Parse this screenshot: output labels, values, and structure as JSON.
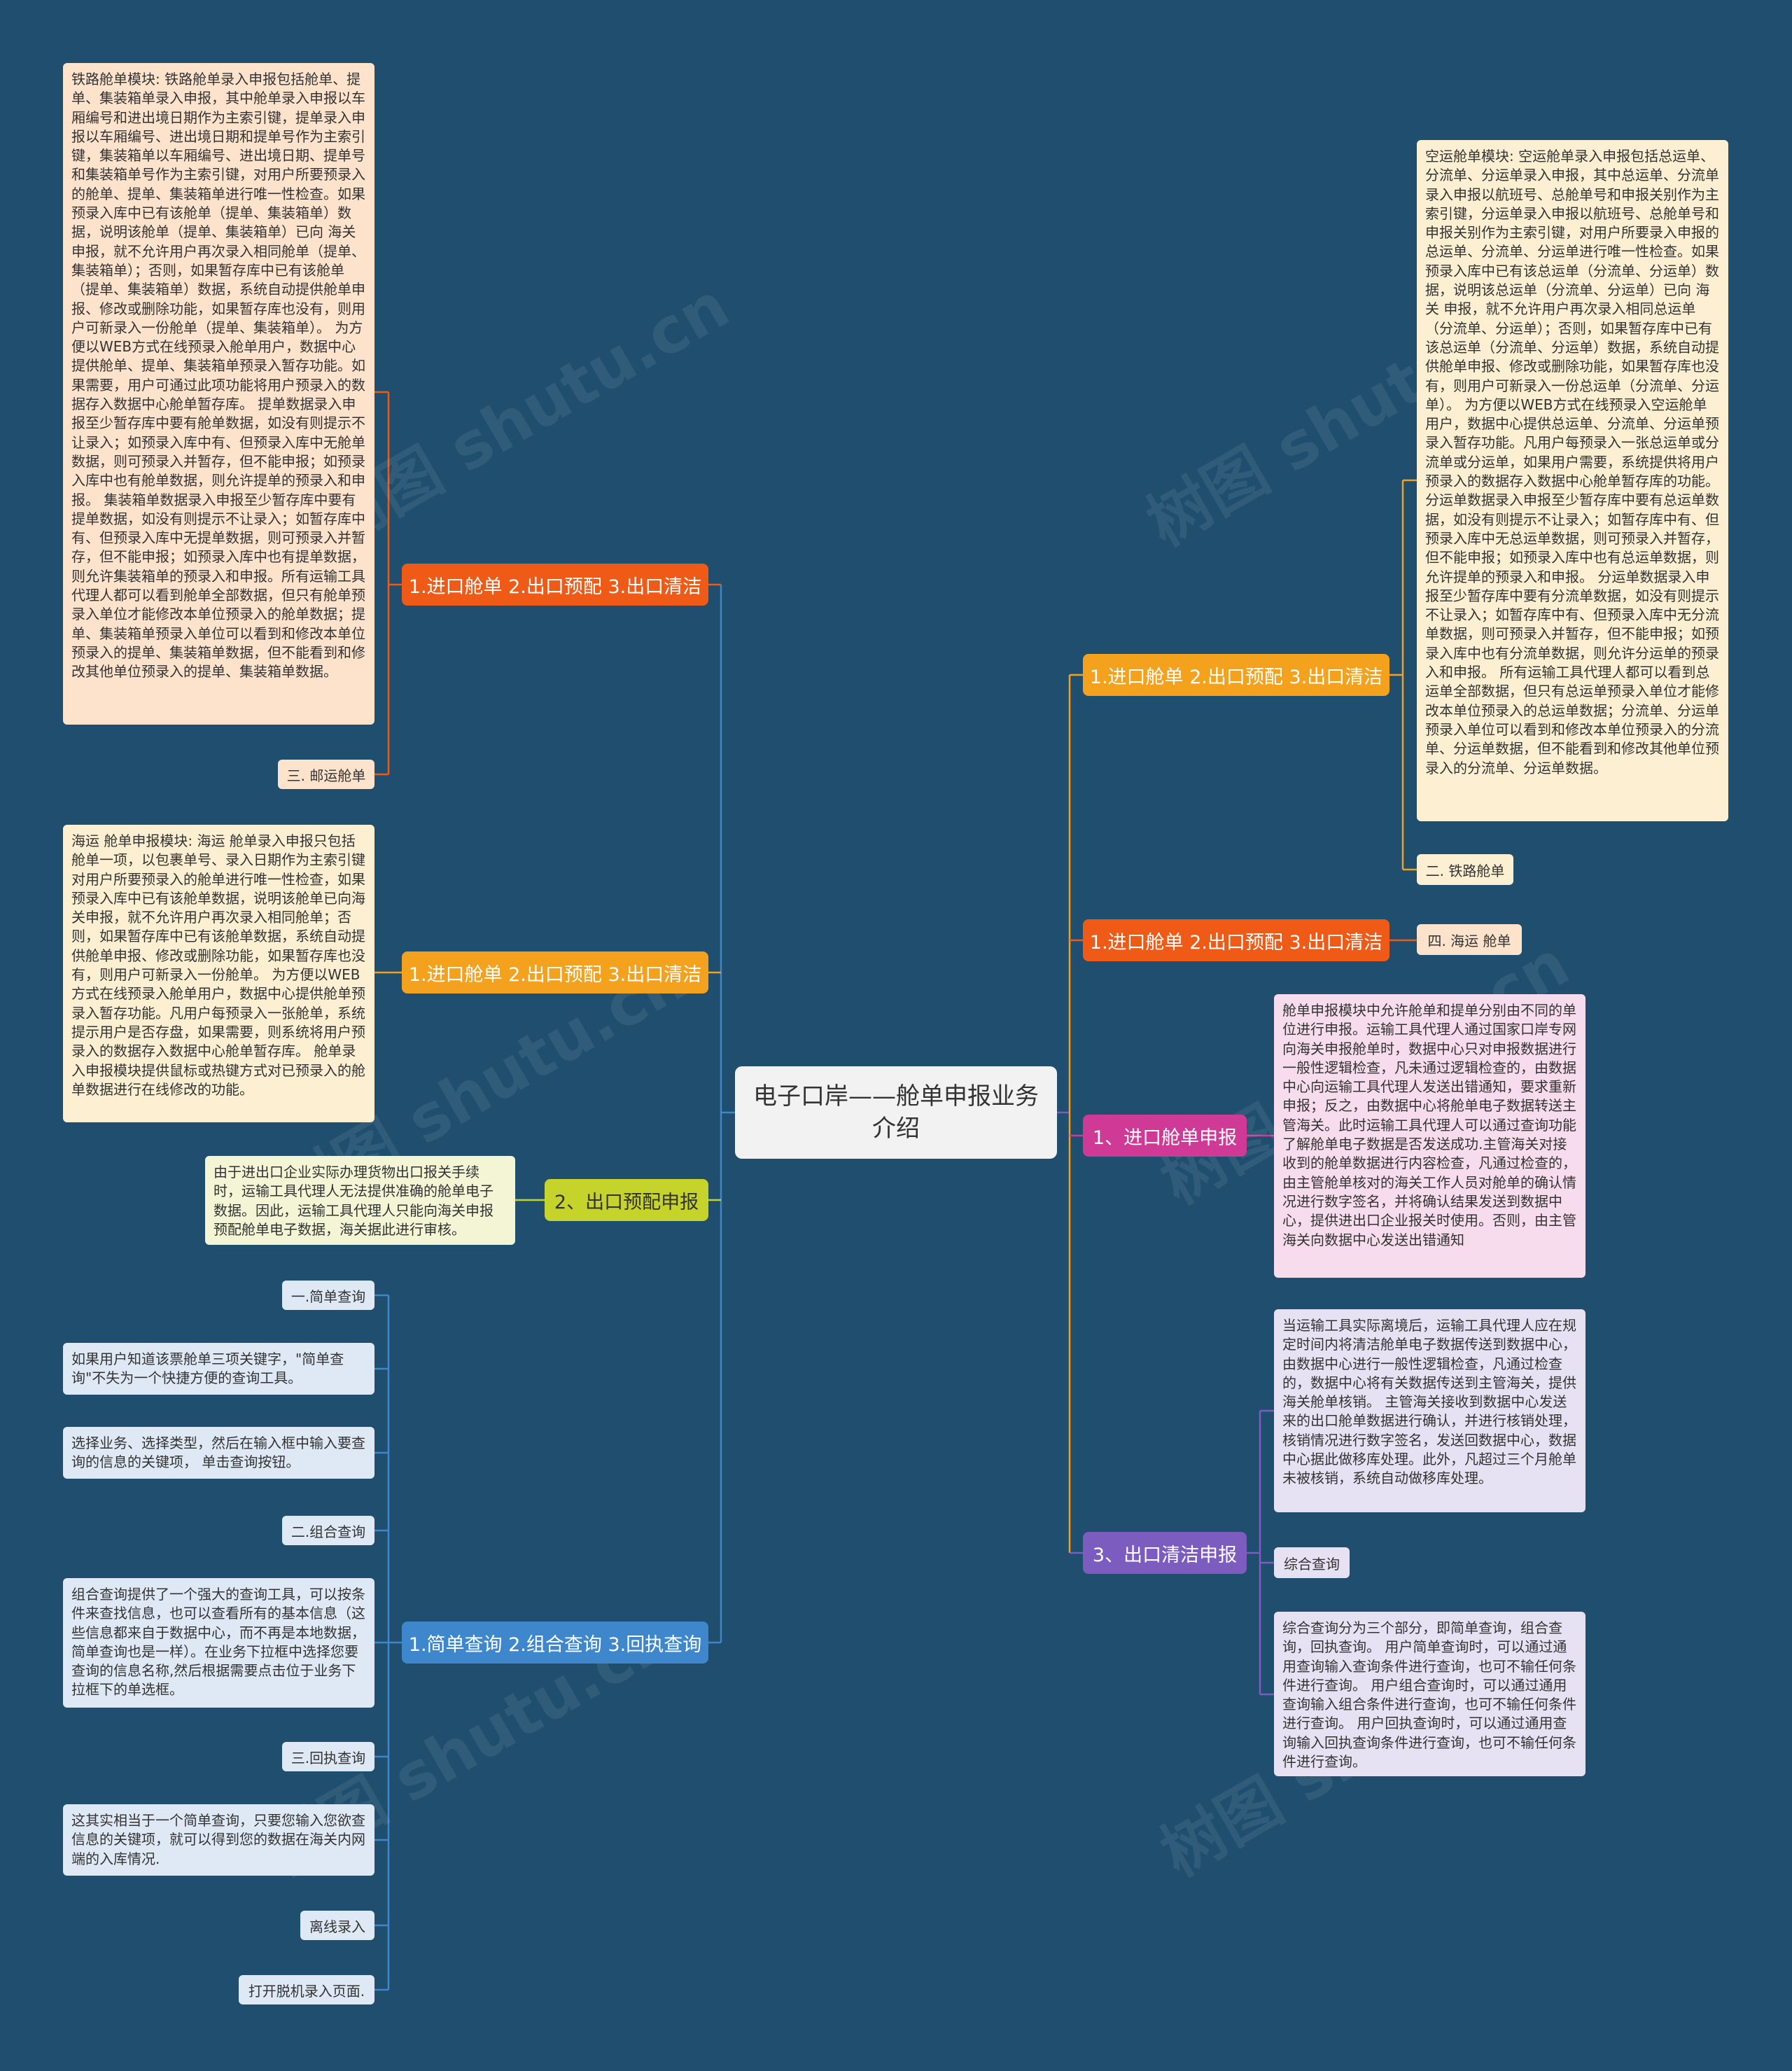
{
  "colors": {
    "background": "#1f4e6e",
    "center": "#f2f2f2",
    "branch_orange_red": "#ef5a16",
    "branch_amber": "#f4a11e",
    "branch_yellow_green": "#c5d32a",
    "branch_blue": "#3f87cc",
    "branch_magenta": "#cf3a96",
    "branch_purple": "#7d5cbf"
  },
  "watermark": "树图 shutu.cn",
  "center": {
    "title": "电子口岸——舱单申报业务介绍"
  },
  "left": {
    "branch1": {
      "label": "1.进口舱单 2.出口预配 3.出口清洁",
      "detail": "铁路舱单模块: 铁路舱单录入申报包括舱单、提单、集装箱单录入申报，其中舱单录入申报以车厢编号和进出境日期作为主索引键，提单录入申报以车厢编号、进出境日期和提单号作为主索引键，集装箱单以车厢编号、进出境日期、提单号和集装箱单号作为主索引键，对用户所要预录入的舱单、提单、集装箱单进行唯一性检查。如果预录入库中已有该舱单（提单、集装箱单）数据，说明该舱单（提单、集装箱单）已向 海关 申报，就不允许用户再次录入相同舱单（提单、集装箱单）；否则，如果暂存库中已有该舱单（提单、集装箱单）数据，系统自动提供舱单申报、修改或删除功能，如果暂存库也没有，则用户可新录入一份舱单（提单、集装箱单）。 为方便以WEB方式在线预录入舱单用户，数据中心提供舱单、提单、集装箱单预录入暂存功能。如果需要，用户可通过此项功能将用户预录入的数据存入数据中心舱单暂存库。 提单数据录入申报至少暂存库中要有舱单数据，如没有则提示不让录入；如预录入库中有、但预录入库中无舱单数据，则可预录入并暂存，但不能申报；如预录入库中也有舱单数据，则允许提单的预录入和申报。 集装箱单数据录入申报至少暂存库中要有提单数据，如没有则提示不让录入；如暂存库中有、但预录入库中无提单数据，则可预录入并暂存，但不能申报；如预录入库中也有提单数据，则允许集装箱单的预录入和申报。所有运输工具代理人都可以看到舱单全部数据，但只有舱单预录入单位才能修改本单位预录入的舱单数据；提单、集装箱单预录入单位可以看到和修改本单位预录入的提单、集装箱单数据，但不能看到和修改其他单位预录入的提单、集装箱单数据。",
      "label2": "三. 邮运舱单"
    },
    "branch2": {
      "label": "1.进口舱单 2.出口预配 3.出口清洁",
      "detail": "海运 舱单申报模块: 海运 舱单录入申报只包括舱单一项，以包裹单号、录入日期作为主索引键对用户所要预录入的舱单进行唯一性检查，如果预录入库中已有该舱单数据，说明该舱单已向海关申报，就不允许用户再次录入相同舱单；否则，如果暂存库中已有该舱单数据，系统自动提供舱单申报、修改或删除功能，如果暂存库也没有，则用户可新录入一份舱单。 为方便以WEB方式在线预录入舱单用户，数据中心提供舱单预录入暂存功能。凡用户每预录入一张舱单，系统提示用户是否存盘，如果需要，则系统将用户预录入的数据存入数据中心舱单暂存库。 舱单录入申报模块提供鼠标或热键方式对已预录入的舱单数据进行在线修改的功能。"
    },
    "branch3": {
      "label": "2、出口预配申报",
      "detail": "由于进出口企业实际办理货物出口报关手续时，运输工具代理人无法提供准确的舱单电子数据。因此，运输工具代理人只能向海关申报预配舱单电子数据，海关据此进行审核。"
    },
    "branch4": {
      "label": "1.简单查询 2.组合查询 3.回执查询",
      "items": [
        "一.简单查询",
        "如果用户知道该票舱单三项关键字，\"简单查询\"不失为一个快捷方便的查询工具。",
        "选择业务、选择类型，然后在输入框中输入要查询的信息的关键项， 单击查询按钮。",
        "二.组合查询",
        "组合查询提供了一个强大的查询工具，可以按条件来查找信息，也可以查看所有的基本信息（这些信息都来自于数据中心，而不再是本地数据，简单查询也是一样）。在业务下拉框中选择您要查询的信息名称,然后根据需要点击位于业务下拉框下的单选框。",
        "三.回执查询",
        "这其实相当于一个简单查询，只要您输入您欲查信息的关键项，就可以得到您的数据在海关内网端的入库情况.",
        "离线录入",
        "打开脱机录入页面."
      ]
    }
  },
  "right": {
    "branch1": {
      "label": "1.进口舱单 2.出口预配 3.出口清洁",
      "detail": "空运舱单模块: 空运舱单录入申报包括总运单、分流单、分运单录入申报，其中总运单、分流单录入申报以航班号、总舱单号和申报关别作为主索引键，分运单录入申报以航班号、总舱单号和申报关别作为主索引键，对用户所要录入申报的总运单、分流单、分运单进行唯一性检查。如果预录入库中已有该总运单（分流单、分运单）数据，说明该总运单（分流单、分运单）已向 海关 申报，就不允许用户再次录入相同总运单（分流单、分运单）；否则，如果暂存库中已有该总运单（分流单、分运单）数据，系统自动提供舱单申报、修改或删除功能，如果暂存库也没有，则用户可新录入一份总运单（分流单、分运单）。 为方便以WEB方式在线预录入空运舱单用户，数据中心提供总运单、分流单、分运单预录入暂存功能。凡用户每预录入一张总运单或分流单或分运单，如果用户需要，系统提供将用户预录入的数据存入数据中心舱单暂存库的功能。 分运单数据录入申报至少暂存库中要有总运单数据，如没有则提示不让录入；如暂存库中有、但预录入库中无总运单数据，则可预录入并暂存，但不能申报；如预录入库中也有总运单数据，则允许提单的预录入和申报。 分运单数据录入申报至少暂存库中要有分流单数据，如没有则提示不让录入；如暂存库中有、但预录入库中无分流单数据，则可预录入并暂存，但不能申报；如预录入库中也有分流单数据，则允许分运单的预录入和申报。 所有运输工具代理人都可以看到总运单全部数据，但只有总运单预录入单位才能修改本单位预录入的总运单数据；分流单、分运单预录入单位可以看到和修改本单位预录入的分流单、分运单数据，但不能看到和修改其他单位预录入的分流单、分运单数据。",
      "label2": "二. 铁路舱单"
    },
    "branch2": {
      "label": "1.进口舱单 2.出口预配 3.出口清洁",
      "label2": "四. 海运 舱单"
    },
    "branch3": {
      "label": "1、进口舱单申报",
      "detail": "舱单申报模块中允许舱单和提单分别由不同的单位进行申报。运输工具代理人通过国家口岸专网向海关申报舱单时，数据中心只对申报数据进行一般性逻辑检查，凡未通过逻辑检查的，由数据中心向运输工具代理人发送出错通知，要求重新申报；反之，由数据中心将舱单电子数据转送主管海关。此时运输工具代理人可以通过查询功能了解舱单电子数据是否发送成功.主管海关对接收到的舱单数据进行内容检查，凡通过检查的，由主管舱单核对的海关工作人员对舱单的确认情况进行数字签名，并将确认结果发送到数据中心，提供进出口企业报关时使用。否则，由主管海关向数据中心发送出错通知"
    },
    "branch4": {
      "label": "3、出口清洁申报",
      "detail": "当运输工具实际离境后，运输工具代理人应在规定时间内将清洁舱单电子数据传送到数据中心，由数据中心进行一般性逻辑检查，凡通过检查的，数据中心将有关数据传送到主管海关，提供海关舱单核销。 主管海关接收到数据中心发送来的出口舱单数据进行确认，并进行核销处理，核销情况进行数字签名，发送回数据中心，数据中心据此做移库处理。此外，凡超过三个月舱单未被核销，系统自动做移库处理。",
      "label2": "综合查询",
      "detail2": "综合查询分为三个部分，即简单查询，组合查询，回执查询。 用户简单查询时，可以通过通用查询输入查询条件进行查询，也可不输任何条件进行查询。 用户组合查询时，可以通过通用查询输入组合条件进行查询，也可不输任何条件进行查询。 用户回执查询时，可以通过通用查询输入回执查询条件进行查询，也可不输任何条件进行查询。"
    }
  }
}
